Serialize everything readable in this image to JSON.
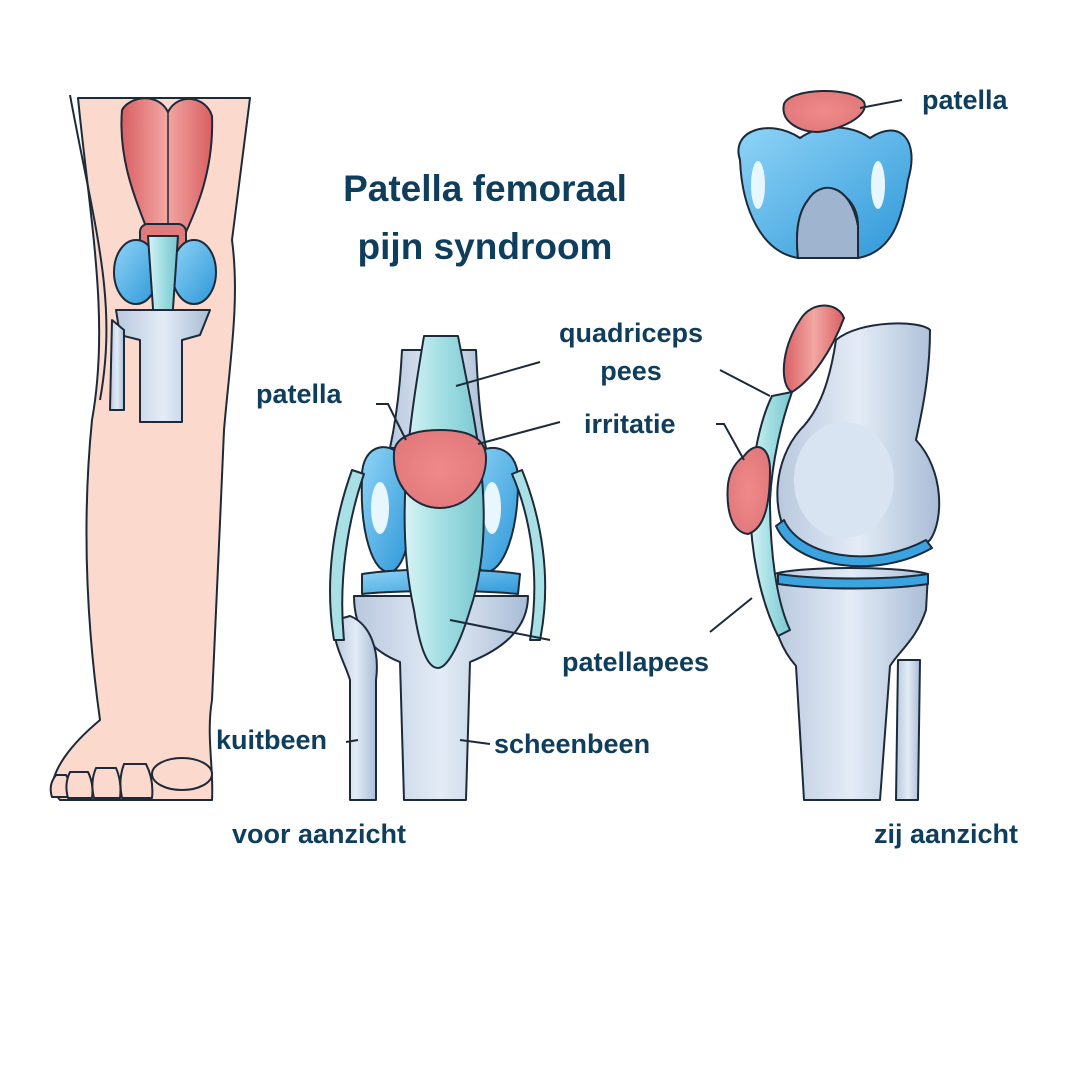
{
  "title": {
    "line1": "Patella femoraal",
    "line2": "pijn syndroom"
  },
  "labels": {
    "patella_top": "patella",
    "quadriceps_line1": "quadriceps",
    "quadriceps_line2": "pees",
    "patella_front": "patella",
    "irritatie": "irritatie",
    "patellapees": "patellapees",
    "kuitbeen": "kuitbeen",
    "scheenbeen": "scheenbeen",
    "voor_aanzicht": "voor aanzicht",
    "zij_aanzicht": "zij aanzicht"
  },
  "colors": {
    "text": "#0f3d5c",
    "skin": "#fbd9cc",
    "muscle": "#e07b7b",
    "cartilage": "#4fb3ea",
    "bone": "#c6d4e6",
    "tendon": "#a8e0e6",
    "outline": "#1c2a3a"
  },
  "icons": [
    "leg-illustration",
    "knee-front-view",
    "knee-side-view",
    "patella-top-view"
  ]
}
